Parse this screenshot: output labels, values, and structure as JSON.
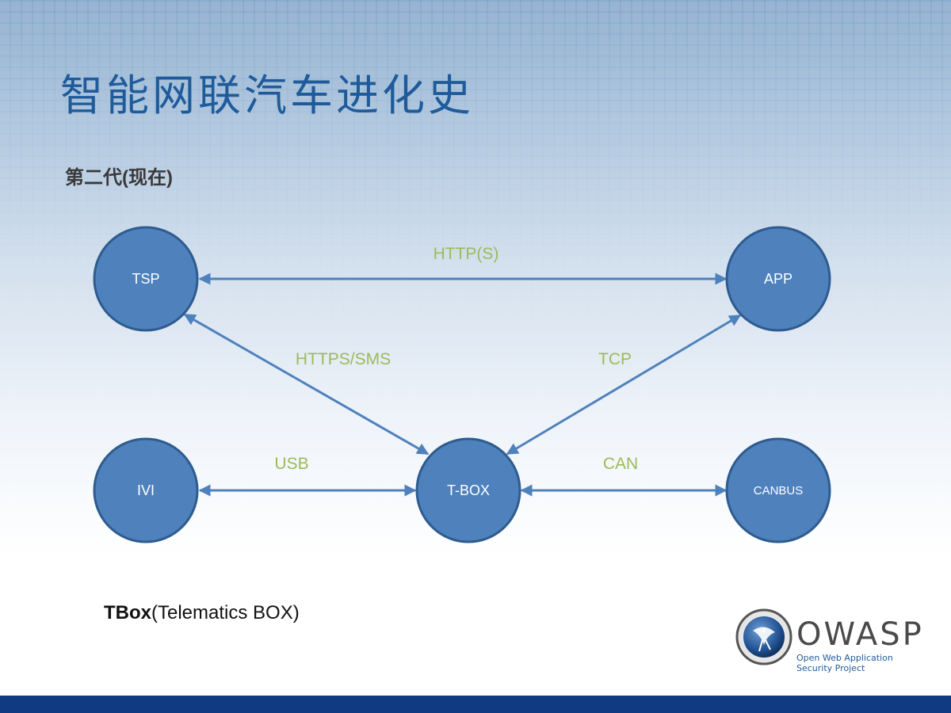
{
  "title": "智能网联汽车进化史",
  "subtitle": "第二代(现在)",
  "nodes": {
    "tsp": "TSP",
    "app": "APP",
    "ivi": "IVI",
    "tbox": "T-BOX",
    "canbus": "CANBUS"
  },
  "edges": {
    "tsp_app": "HTTP(S)",
    "tsp_tbox": "HTTPS/SMS",
    "app_tbox": "TCP",
    "ivi_tbox": "USB",
    "tbox_canbus": "CAN"
  },
  "footnote": {
    "bold": "TBox",
    "rest": "(Telematics BOX)"
  },
  "logo": {
    "name": "OWASP",
    "tagline_line1": "Open Web Application",
    "tagline_line2": "Security Project"
  },
  "colors": {
    "node_fill": "#4f81bd",
    "edge_label": "#9bbb59",
    "title": "#1f5b9a",
    "bottom_bar": "#103a82"
  }
}
